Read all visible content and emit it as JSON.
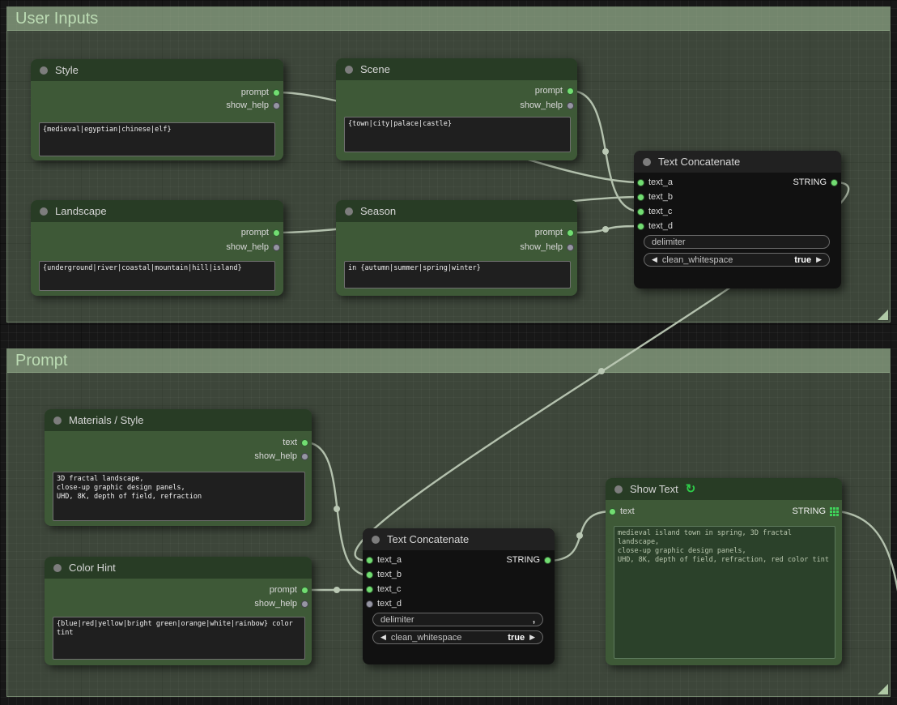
{
  "groups": {
    "user_inputs": {
      "title": "User Inputs"
    },
    "prompt": {
      "title": "Prompt"
    }
  },
  "nodes": {
    "style": {
      "title": "Style",
      "outputs": [
        "prompt",
        "show_help"
      ],
      "text": "{medieval|egyptian|chinese|elf}"
    },
    "scene": {
      "title": "Scene",
      "outputs": [
        "prompt",
        "show_help"
      ],
      "text": "{town|city|palace|castle}"
    },
    "landscape": {
      "title": "Landscape",
      "outputs": [
        "prompt",
        "show_help"
      ],
      "text": "{underground|river|coastal|mountain|hill|island}"
    },
    "season": {
      "title": "Season",
      "outputs": [
        "prompt",
        "show_help"
      ],
      "text": "in {autumn|summer|spring|winter}"
    },
    "concat_top": {
      "title": "Text Concatenate",
      "inputs": [
        "text_a",
        "text_b",
        "text_c",
        "text_d"
      ],
      "output": "STRING",
      "widgets": {
        "delimiter_label": "delimiter",
        "delimiter_value": "",
        "clean_whitespace_label": "clean_whitespace",
        "clean_whitespace_value": "true"
      }
    },
    "materials": {
      "title": "Materials / Style",
      "outputs": [
        "text",
        "show_help"
      ],
      "text": "3D fractal landscape,\nclose-up graphic design panels,\nUHD, 8K, depth of field, refraction"
    },
    "color_hint": {
      "title": "Color Hint",
      "outputs": [
        "prompt",
        "show_help"
      ],
      "text": "{blue|red|yellow|bright green|orange|white|rainbow} color\ntint"
    },
    "concat_bottom": {
      "title": "Text Concatenate",
      "inputs": [
        "text_a",
        "text_b",
        "text_c",
        "text_d"
      ],
      "output": "STRING",
      "widgets": {
        "delimiter_label": "delimiter",
        "delimiter_value": ",",
        "clean_whitespace_label": "clean_whitespace",
        "clean_whitespace_value": "true"
      }
    },
    "show_text": {
      "title": "Show Text",
      "input": "text",
      "output": "STRING",
      "text": "medieval island town in spring, 3D fractal landscape,\nclose-up graphic design panels,\nUHD, 8K, depth of field, refraction, red color tint"
    }
  },
  "icons": {
    "refresh": "↻",
    "combo_left": "◀",
    "combo_right": "▶"
  },
  "colors": {
    "node_green_body": "#3e5937",
    "node_green_header": "#283c25",
    "node_dark_body": "#111111",
    "node_dark_header": "#212121",
    "wire": "#bac8b4",
    "slot_connected": "#72dd72",
    "slot_unconnected": "#9595a2",
    "group_fill": "rgba(148,178,138,0.30)",
    "group_title_text": "#bcdcb4",
    "string_grid_icon": "#3fd35a",
    "refresh_icon": "#2ecc49"
  }
}
